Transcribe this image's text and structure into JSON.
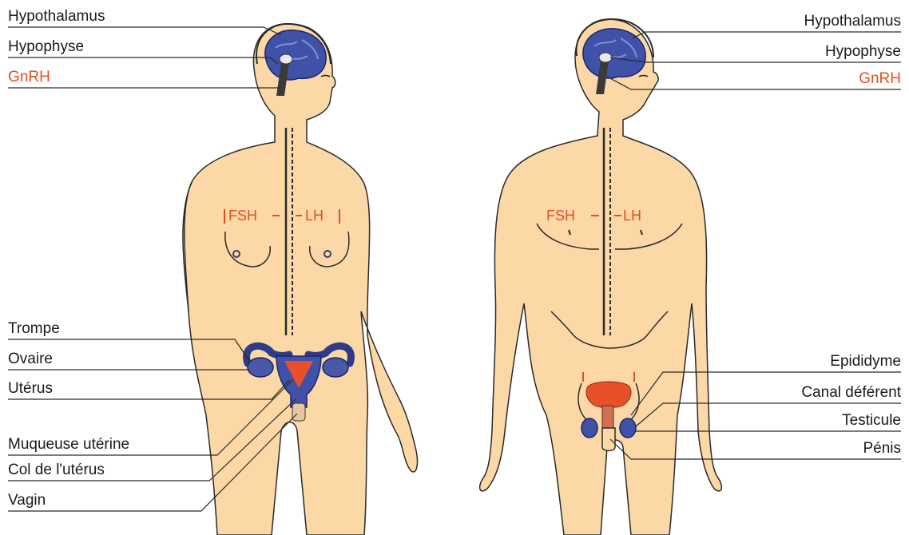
{
  "colors": {
    "skin": "#fbd8a6",
    "outline": "#2a2a2a",
    "brain": "#3f52a8",
    "organ_blue": "#4a58a8",
    "organ_red": "#e8502a",
    "hormone_text": "#e2501f",
    "label_text": "#1a1a1a",
    "leader_line": "#2a2a2a"
  },
  "female": {
    "labels": {
      "hypothalamus": "Hypothalamus",
      "hypophyse": "Hypophyse",
      "gnrh": "GnRH",
      "trompe": "Trompe",
      "ovaire": "Ovaire",
      "uterus": "Utérus",
      "muqueuse": "Muqueuse utérine",
      "col": "Col de l'utérus",
      "vagin": "Vagin"
    },
    "hormones": {
      "fsh": "FSH",
      "lh": "LH"
    }
  },
  "male": {
    "labels": {
      "hypothalamus": "Hypothalamus",
      "hypophyse": "Hypophyse",
      "gnrh": "GnRH",
      "epididyme": "Epididyme",
      "canal": "Canal déférent",
      "testicule": "Testicule",
      "penis": "Pénis"
    },
    "hormones": {
      "fsh": "FSH",
      "lh": "LH"
    }
  }
}
